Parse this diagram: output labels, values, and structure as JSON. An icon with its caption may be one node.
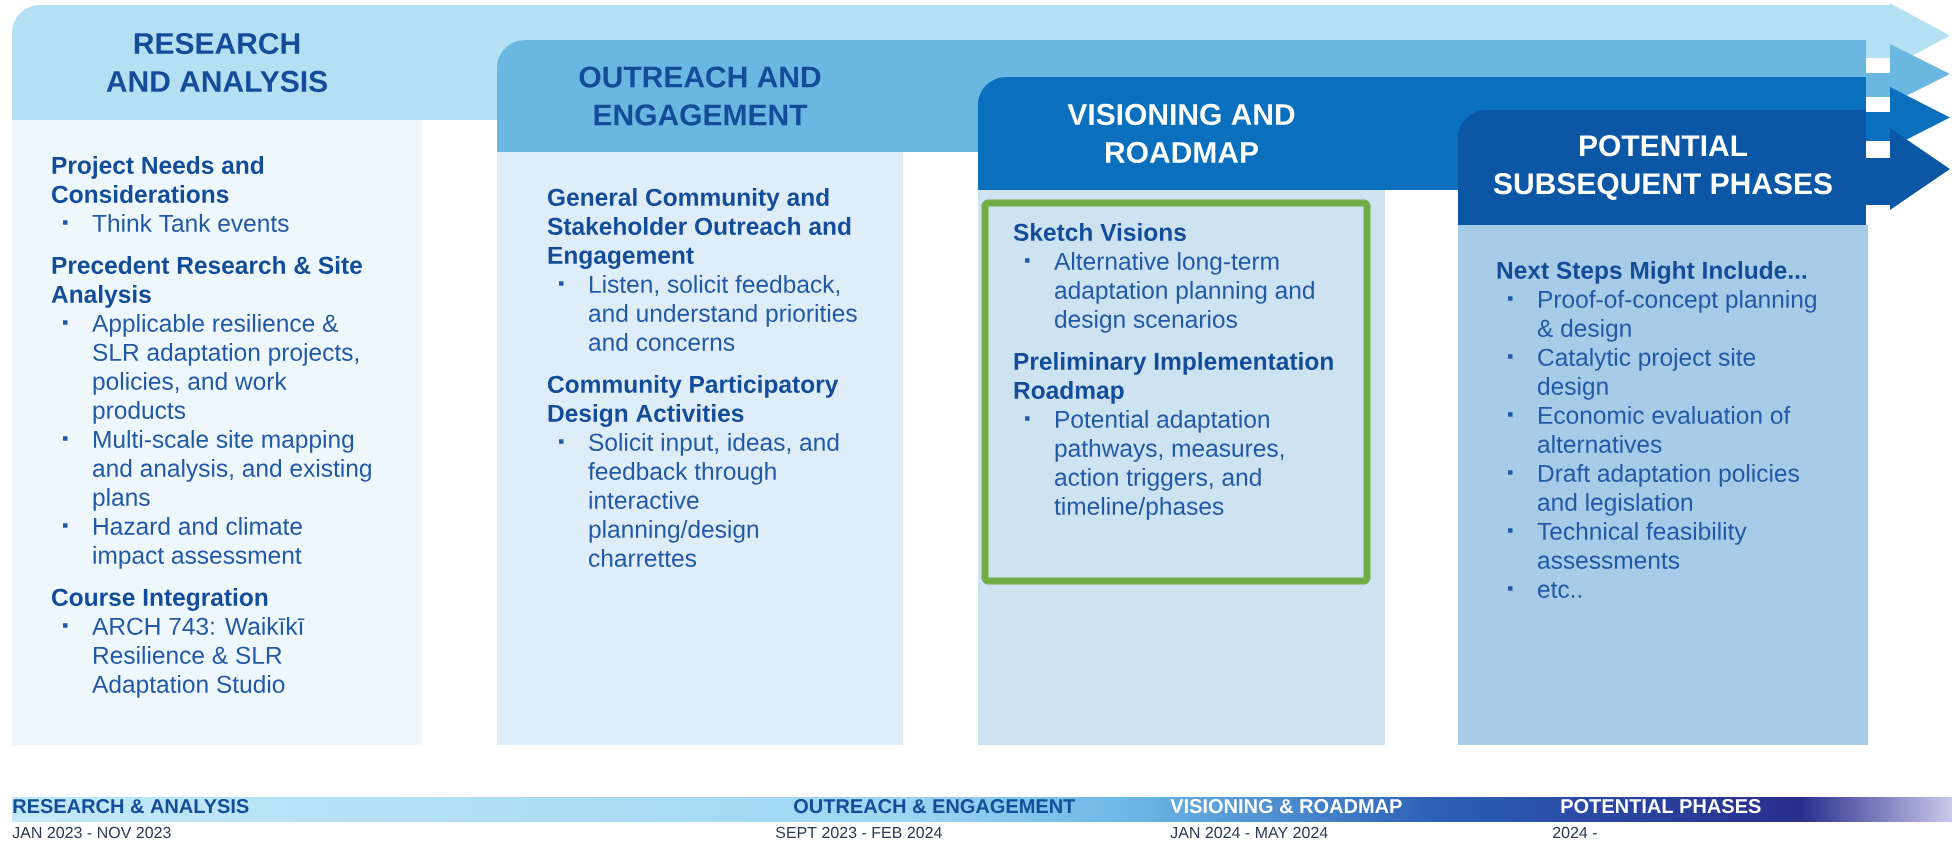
{
  "diagram": {
    "nodes": [
      {
        "text": [
          "RESEARCH AND ANALYSIS",
          "Project Needs and Considerations",
          "Think Tank events",
          "Precedent Research & Site Analysis",
          "Applicable resilience & SLR adaptation projects, policies, and work products",
          "Multi-scale site mapping and analysis, and existing plans",
          "Hazard and climate impact assessment",
          "Course Integration",
          "ARCH 743: Waikīkī Resilience & SLR Adaptation Studio"
        ]
      },
      {
        "text": [
          "OUTREACH AND ENGAGEMENT",
          "General Community and Stakeholder Outreach and Engagement",
          "Listen, solicit feedback, and understand priorities and concerns",
          "Community Participatory Design Activities",
          "Solicit input, ideas, and feedback through interactive planning/design charrettes"
        ]
      },
      {
        "text": [
          "VISIONING AND ROADMAP"
        ]
      },
      {
        "text": [
          "Sketch Visions",
          "Alternative long-term adaptation planning and design scenarios",
          "Preliminary Implementation Roadmap",
          "Potential adaptation pathways, measures, action triggers, and timeline/phases"
        ],
        "in": 2
      },
      {
        "text": [
          "POTENTIAL SUBSEQUENT PHASES",
          "Next Steps Might Include...",
          "Proof-of-concept planning & design",
          "Catalytic project site design",
          "Economic evaluation of alternatives",
          "Draft adaptation policies and legislation",
          "Technical feasibility assessments",
          "etc.."
        ]
      }
    ],
    "labels": [
      "RESEARCH & ANALYSIS",
      "OUTREACH & ENGAGEMENT",
      "VISIONING & ROADMAP",
      "POTENTIAL PHASES",
      "JAN 2023 - NOV 2023",
      "SEPT 2023 - FEB 2024",
      "JAN 2024 - MAY 2024",
      "2024 -"
    ]
  }
}
